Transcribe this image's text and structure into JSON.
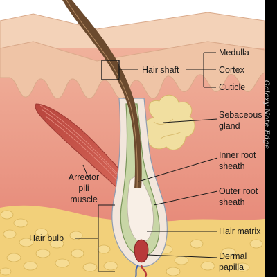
{
  "labels": {
    "medulla": "Medulla",
    "cortex": "Cortex",
    "cuticle": "Cuticle",
    "hair_shaft": "Hair shaft",
    "sebaceous_gland": [
      "Sebaceous",
      "gland"
    ],
    "inner_root_sheath": [
      "Inner root",
      "sheath"
    ],
    "outer_root_sheath": [
      "Outer root",
      "sheath"
    ],
    "hair_matrix": "Hair matrix",
    "dermal_papilla": [
      "Dermal",
      "papilla"
    ],
    "arrector_pili_muscle": [
      "Arrector",
      "pili",
      "muscle"
    ],
    "hair_bulb": "Hair bulb"
  },
  "watermark": "Galaxy Note Edge",
  "colors": {
    "epidermis": "#efc4a6",
    "dermis": "#e8917f",
    "fat": "#f2d07a",
    "hair": "#6b4a2e",
    "sheath_green": "#a9c08a",
    "muscle": "#c9544a",
    "gland": "#f1dfa0",
    "papilla": "#b83a3a"
  }
}
